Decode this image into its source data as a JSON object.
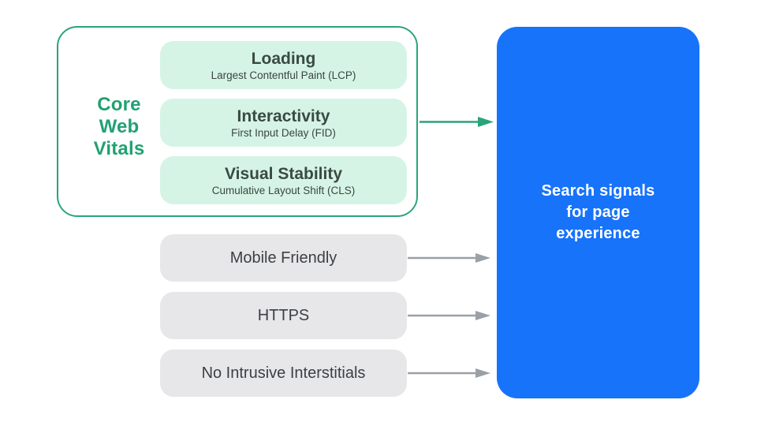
{
  "diagram_title": "Search signals for page experience",
  "core_web_vitals": {
    "label": "Core\nWeb\nVitals",
    "items": [
      {
        "title": "Loading",
        "subtitle": "Largest Contentful Paint (LCP)"
      },
      {
        "title": "Interactivity",
        "subtitle": "First Input Delay (FID)"
      },
      {
        "title": "Visual Stability",
        "subtitle": "Cumulative Layout Shift (CLS)"
      }
    ]
  },
  "other_signals": {
    "items": [
      {
        "label": "Mobile Friendly"
      },
      {
        "label": "HTTPS"
      },
      {
        "label": "No Intrusive Interstitials"
      }
    ]
  },
  "result": {
    "title": "Search signals\nfor page\nexperience"
  },
  "icons": [
    "arrow-right-green-icon",
    "arrow-right-gray-icon"
  ],
  "colors": {
    "accent_green": "#2aa47a",
    "green_text": "#21a173",
    "green_pill_bg": "#d5f4e6",
    "dark_text": "#3c4540",
    "gray_pill_bg": "#e7e7e9",
    "gray_pill_text": "#3c4043",
    "arrow_gray": "#9aa0a6",
    "result_blue": "#1773fa",
    "result_text": "#ffffff",
    "background": "#ffffff"
  }
}
